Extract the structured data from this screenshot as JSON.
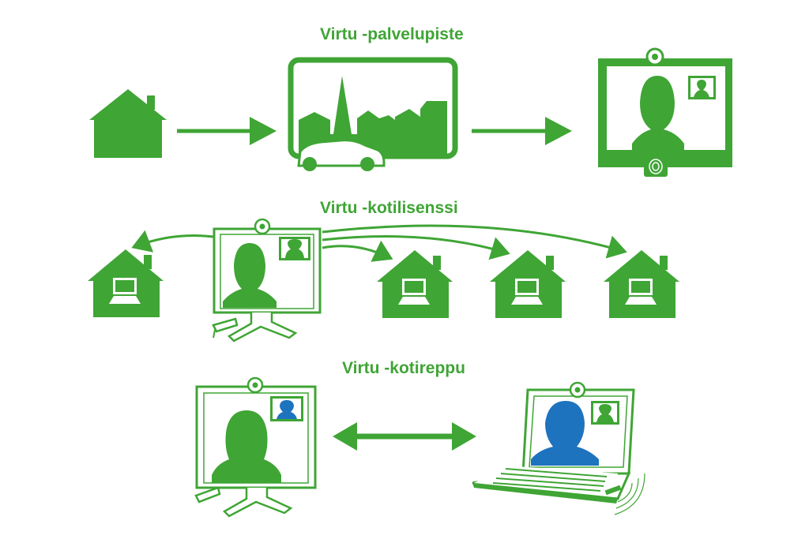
{
  "sections": {
    "palvelupiste": {
      "title": "Virtu -palvelupiste"
    },
    "kotilisenssi": {
      "title": "Virtu -kotilisenssi"
    },
    "kotireppu": {
      "title": "Virtu -kotireppu"
    }
  },
  "colors": {
    "green": "#3fa535",
    "light_green": "#8fcf82",
    "blue": "#1e73be",
    "white": "#ffffff"
  }
}
